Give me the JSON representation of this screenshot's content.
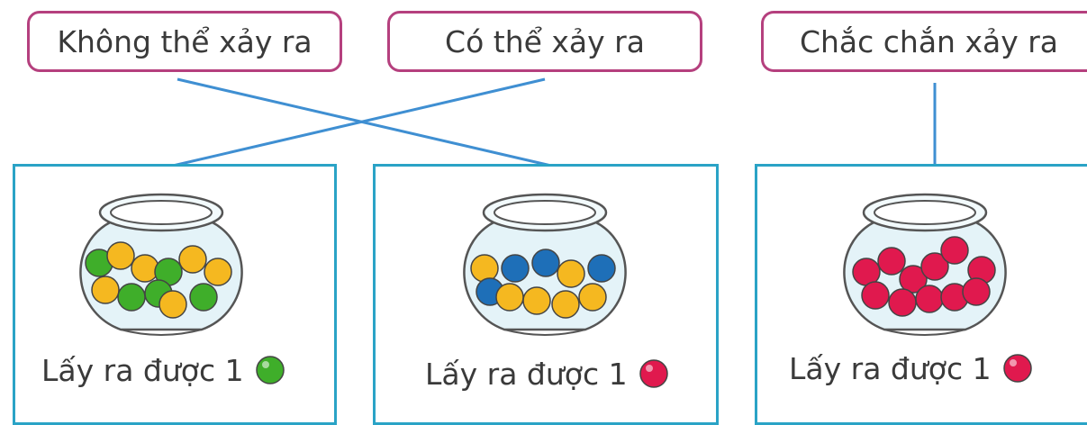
{
  "labels": [
    {
      "text": "Không thể xảy ra"
    },
    {
      "text": "Có thể xảy ra"
    },
    {
      "text": "Chắc chắn xảy ra"
    }
  ],
  "jars": [
    {
      "caption": "Lấy ra được 1",
      "marble_colors": [
        "green",
        "yellow"
      ],
      "drawn_color": "green"
    },
    {
      "caption": "Lấy ra được 1",
      "marble_colors": [
        "blue",
        "yellow"
      ],
      "drawn_color": "red"
    },
    {
      "caption": "Lấy ra được 1",
      "marble_colors": [
        "red"
      ],
      "drawn_color": "red"
    }
  ],
  "colors": {
    "label_border": "#b5407e",
    "card_border": "#2aa3c6",
    "line": "#3f8fd2",
    "green": "#3fae2a",
    "yellow": "#f5b820",
    "blue": "#1e6fb8",
    "red": "#e0194e"
  }
}
